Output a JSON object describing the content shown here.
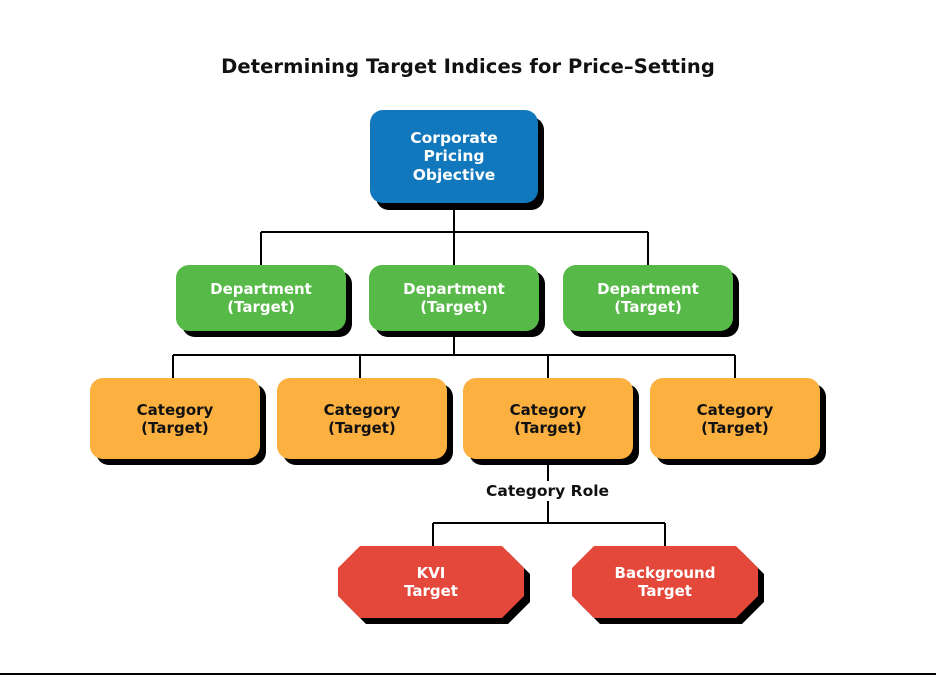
{
  "title": "Determining Target Indices for Price–Setting",
  "colors": {
    "blue": "#1278bd",
    "green": "#57b947",
    "orange": "#fbb040",
    "red": "#e4483a",
    "shadow": "#000000",
    "line": "#000000",
    "background": "#ffffff",
    "text_dark": "#111111",
    "text_light": "#ffffff"
  },
  "diagram": {
    "type": "hierarchy-tree",
    "levels": [
      {
        "name": "objective",
        "shape": "rounded-rectangle",
        "color": "#1278bd",
        "nodes": [
          {
            "label": "Corporate\nPricing\nObjective"
          }
        ]
      },
      {
        "name": "department",
        "shape": "rounded-rectangle",
        "color": "#57b947",
        "nodes": [
          {
            "label": "Department\n(Target)"
          },
          {
            "label": "Department\n(Target)"
          },
          {
            "label": "Department\n(Target)"
          }
        ]
      },
      {
        "name": "category",
        "shape": "rounded-rectangle",
        "color": "#fbb040",
        "nodes": [
          {
            "label": "Category\n(Target)"
          },
          {
            "label": "Category\n(Target)"
          },
          {
            "label": "Category\n(Target)"
          },
          {
            "label": "Category\n(Target)"
          }
        ]
      },
      {
        "name": "role",
        "shape": "octagon",
        "color": "#e4483a",
        "nodes": [
          {
            "label": "KVI\nTarget"
          },
          {
            "label": "Background\nTarget"
          }
        ]
      }
    ],
    "edge_labels": [
      {
        "label": "Category Role"
      }
    ]
  }
}
